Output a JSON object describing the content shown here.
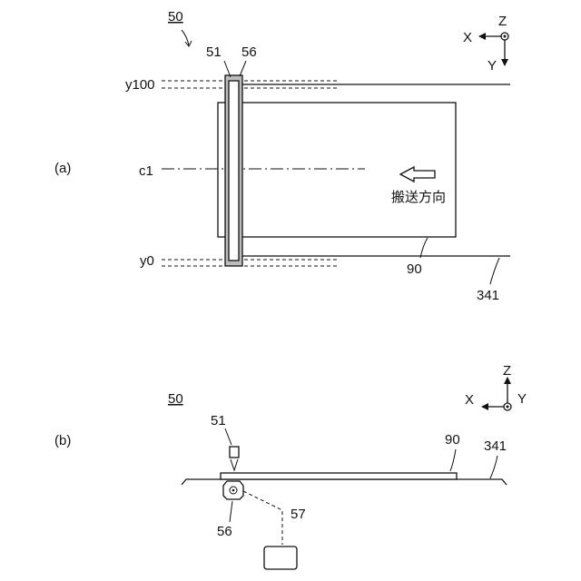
{
  "part_a": {
    "figure_ref": "50",
    "panel_label": "(a)",
    "label_51": "51",
    "label_56": "56",
    "label_y100": "y100",
    "label_c1": "c1",
    "label_y0": "y0",
    "label_90": "90",
    "label_341": "341",
    "direction_text": "搬送方向",
    "axis_x": "X",
    "axis_y": "Y",
    "axis_z": "Z"
  },
  "part_b": {
    "figure_ref": "50",
    "panel_label": "(b)",
    "label_51": "51",
    "label_90": "90",
    "label_341": "341",
    "label_56": "56",
    "label_57": "57",
    "axis_x": "X",
    "axis_y": "Y",
    "axis_z": "Z"
  }
}
